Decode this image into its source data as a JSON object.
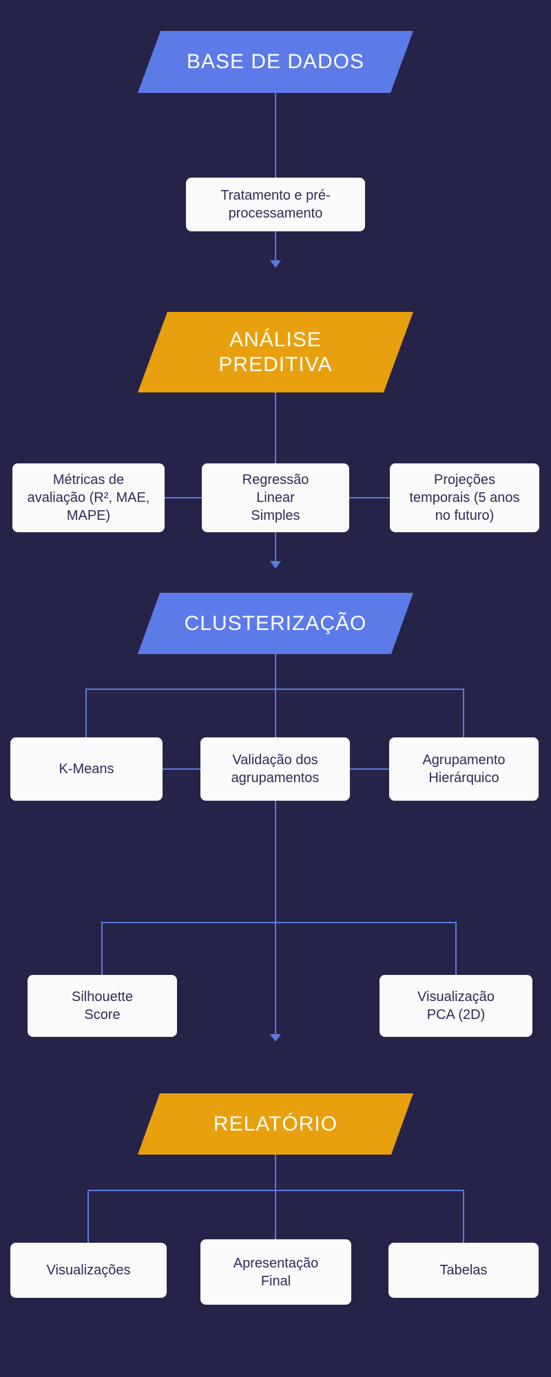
{
  "colors": {
    "background": "#252348",
    "accent_blue": "#5C7BE8",
    "accent_orange": "#E8A00F",
    "node_background": "#FAFAFA",
    "node_text": "#2E2C55",
    "connector": "#5B79E0"
  },
  "flowchart": {
    "stages": {
      "base": {
        "label": "BASE DE DADOS"
      },
      "analise_preditiva": {
        "label": "ANÁLISE\nPREDITIVA"
      },
      "clusterizacao": {
        "label": "CLUSTERIZAÇÃO"
      },
      "relatorio": {
        "label": "RELATÓRIO"
      }
    },
    "nodes": {
      "tratamento": {
        "label": "Tratamento e pré-\nprocessamento"
      },
      "metricas": {
        "label": "Métricas de\navaliação (R², MAE,\nMAPE)"
      },
      "regressao": {
        "label": "Regressão\nLinear\nSimples"
      },
      "projecoes": {
        "label": "Projeções\ntemporais (5 anos\nno futuro)"
      },
      "kmeans": {
        "label": "K-Means"
      },
      "validacao": {
        "label": "Validação dos\nagrupamentos"
      },
      "agrupamento_hierarquico": {
        "label": "Agrupamento\nHierárquico"
      },
      "silhouette": {
        "label": "Silhouette\nScore"
      },
      "pca": {
        "label": "Visualização\nPCA (2D)"
      },
      "visualizacoes": {
        "label": "Visualizações"
      },
      "apresentacao": {
        "label": "Apresentação\nFinal"
      },
      "tabelas": {
        "label": "Tabelas"
      }
    }
  }
}
